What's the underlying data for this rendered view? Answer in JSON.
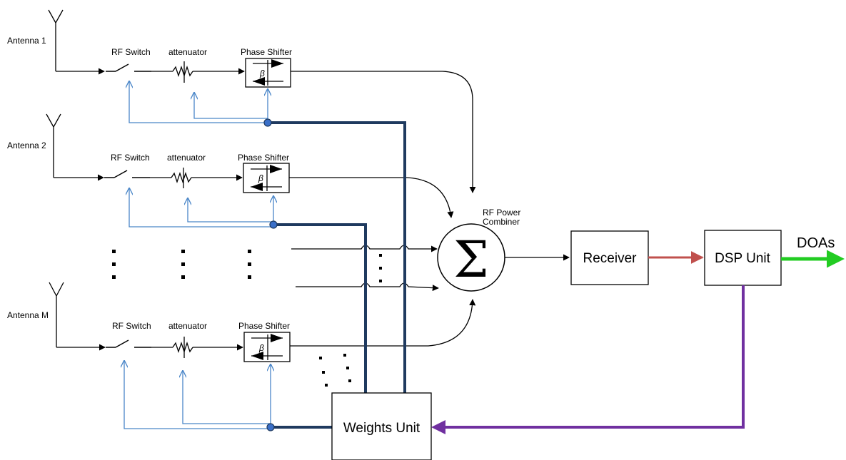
{
  "antennas": [
    {
      "label": "Antenna 1"
    },
    {
      "label": "Antenna 2"
    },
    {
      "label": "Antenna M"
    }
  ],
  "components": {
    "rf_switch": "RF Switch",
    "attenuator": "attenuator",
    "phase_shifter": "Phase Shifter",
    "beta": "β"
  },
  "combiner": {
    "label_line1": "RF Power",
    "label_line2": "Combiner",
    "symbol": "Σ"
  },
  "receiver": {
    "label": "Receiver"
  },
  "dsp": {
    "label": "DSP Unit"
  },
  "weights": {
    "label": "Weights Unit"
  },
  "output": {
    "label": "DOAs"
  },
  "colors": {
    "signal": "#000000",
    "control": "#4a86c8",
    "weights_bus": "#1f3a5f",
    "receiver_to_dsp": "#c0504d",
    "dsp_to_weights": "#7030a0",
    "doa_output": "#22cc22",
    "junction": "#3a6fc8"
  }
}
